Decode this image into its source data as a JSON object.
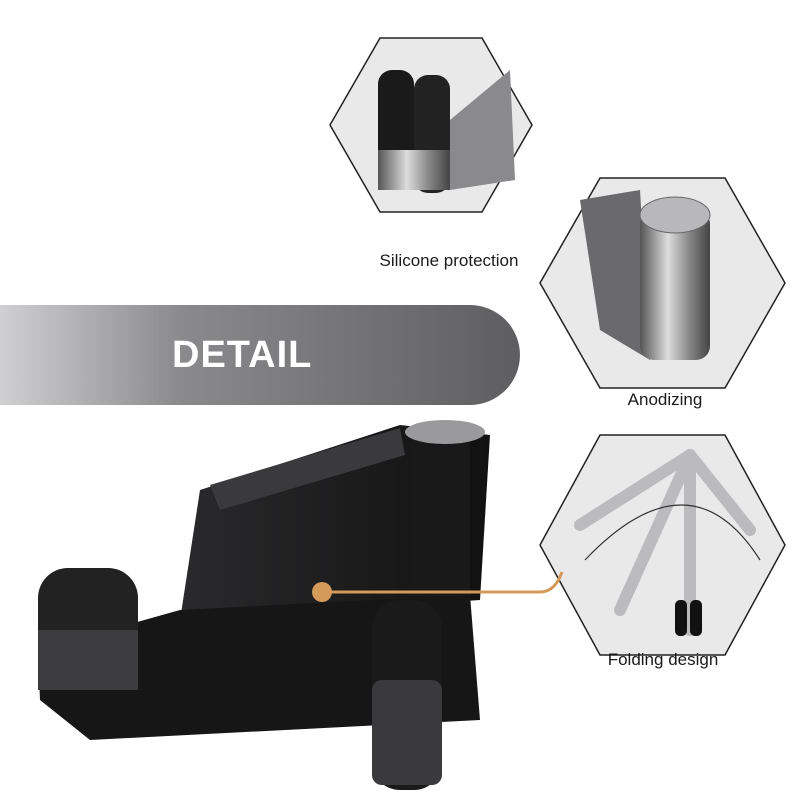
{
  "banner": {
    "title": "DETAIL"
  },
  "features": [
    {
      "label": "Silicone protection"
    },
    {
      "label": "Anodizing"
    },
    {
      "label": "Folding design"
    }
  ],
  "colors": {
    "accent": "#d39a5a",
    "product": "#1e1e20",
    "banner_dark": "#6e6e70",
    "banner_light": "#d8d8da"
  }
}
